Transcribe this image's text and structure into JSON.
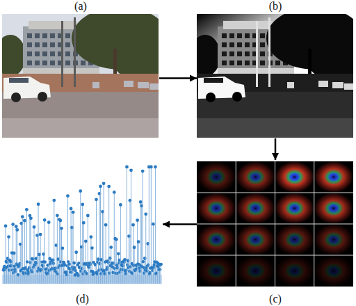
{
  "diagram": {
    "nodes": [
      {
        "text": [
          "(a)"
        ]
      },
      {
        "text": [
          "(b)"
        ]
      },
      {
        "text": [
          "(c)"
        ]
      },
      {
        "text": [
          "(d)"
        ]
      }
    ],
    "edges": [
      {
        "from": 0,
        "to": 1,
        "arrow": "to"
      },
      {
        "from": 1,
        "to": 2,
        "arrow": "to"
      },
      {
        "from": 2,
        "to": 3,
        "arrow": "to"
      }
    ]
  }
}
